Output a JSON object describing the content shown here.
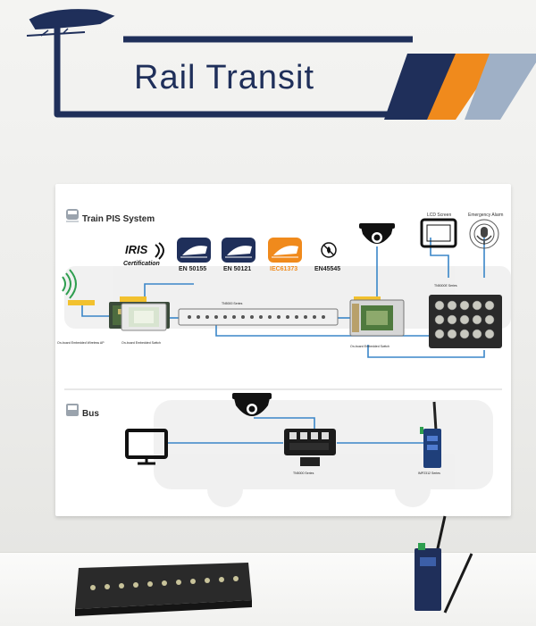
{
  "banner": {
    "title": "Rail Transit"
  },
  "train_section": {
    "title": "Train PIS System",
    "iris": {
      "name": "IRIS",
      "sub": "Certification"
    },
    "certs": [
      "EN 50155",
      "EN 50121",
      "IEC61373",
      "EN45545"
    ],
    "lcd_label": "LCD Screen",
    "alarm_label": "Emergency Alarm",
    "labels": {
      "wireless_ap": "On-board Embedded Wireless AP",
      "switch_left": "On-board Embedded Switch",
      "switch_right": "On-board Embedded Switch",
      "patch_series": "TN5000 Series",
      "rack_series": "TN5000E Series"
    }
  },
  "bus_section": {
    "title": "Bus",
    "switch_series": "TN5000 Series",
    "router_label": "IMP2312 Series"
  },
  "colors": {
    "navy": "#1f2f5a",
    "orange": "#f08a1c",
    "blue_line": "#3a86c8",
    "green": "#2e9e4f"
  }
}
